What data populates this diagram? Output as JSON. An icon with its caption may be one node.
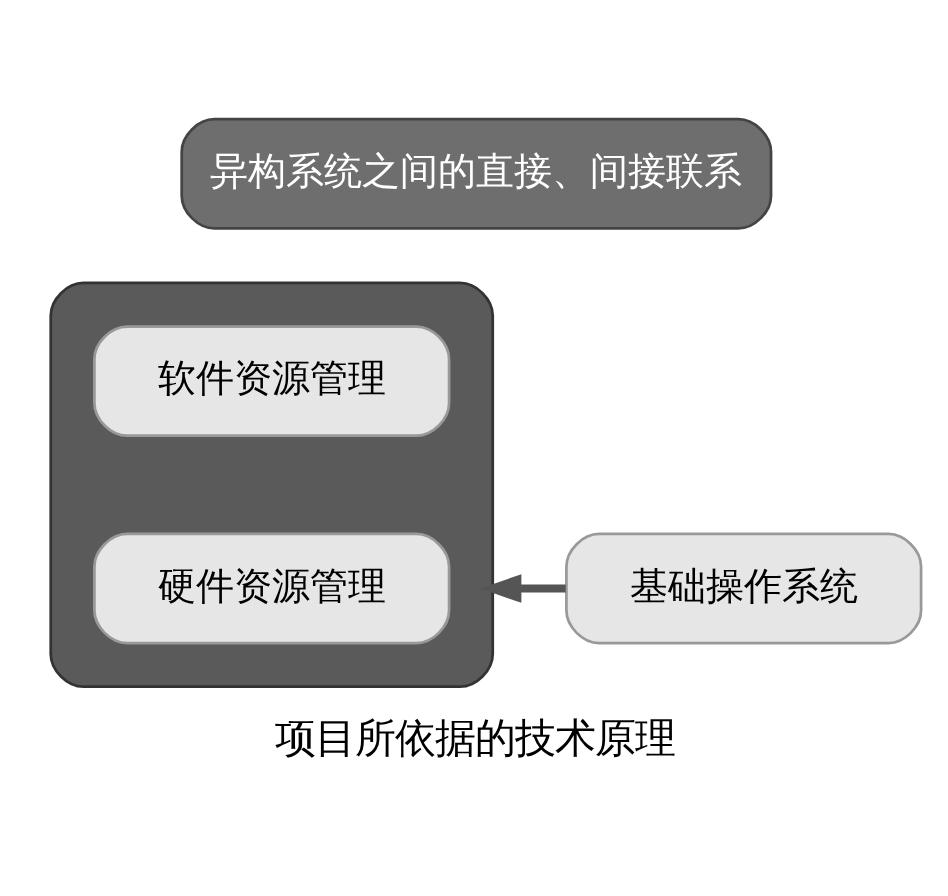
{
  "diagram": {
    "caption": "项目所依据的技术原理",
    "nodes": [
      {
        "text": [
          "异构系统之间的直接、间接联系"
        ]
      },
      {
        "text": [],
        "shape": "box"
      },
      {
        "text": [
          "软件资源管理"
        ],
        "in": 1
      },
      {
        "text": [
          "硬件资源管理"
        ],
        "in": 1
      },
      {
        "text": [
          "基础操作系统"
        ]
      }
    ],
    "edges": [
      {
        "from": 4,
        "to": 1,
        "arrow": "to"
      }
    ]
  }
}
